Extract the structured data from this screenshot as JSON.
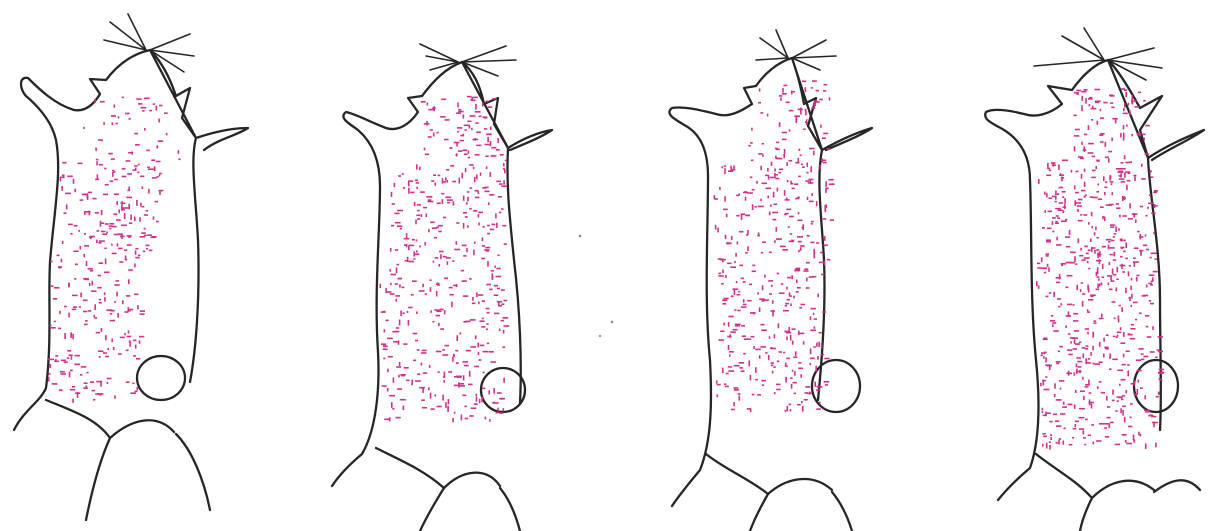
{
  "figure": {
    "panels": [
      {
        "id": 1,
        "marker_density": "sparse"
      },
      {
        "id": 2,
        "marker_density": "moderate"
      },
      {
        "id": 3,
        "marker_density": "moderate"
      },
      {
        "id": 4,
        "marker_density": "dense"
      }
    ],
    "colors": {
      "outline": "#262626",
      "marker": "#d0308a",
      "background": "#ffffff"
    }
  }
}
